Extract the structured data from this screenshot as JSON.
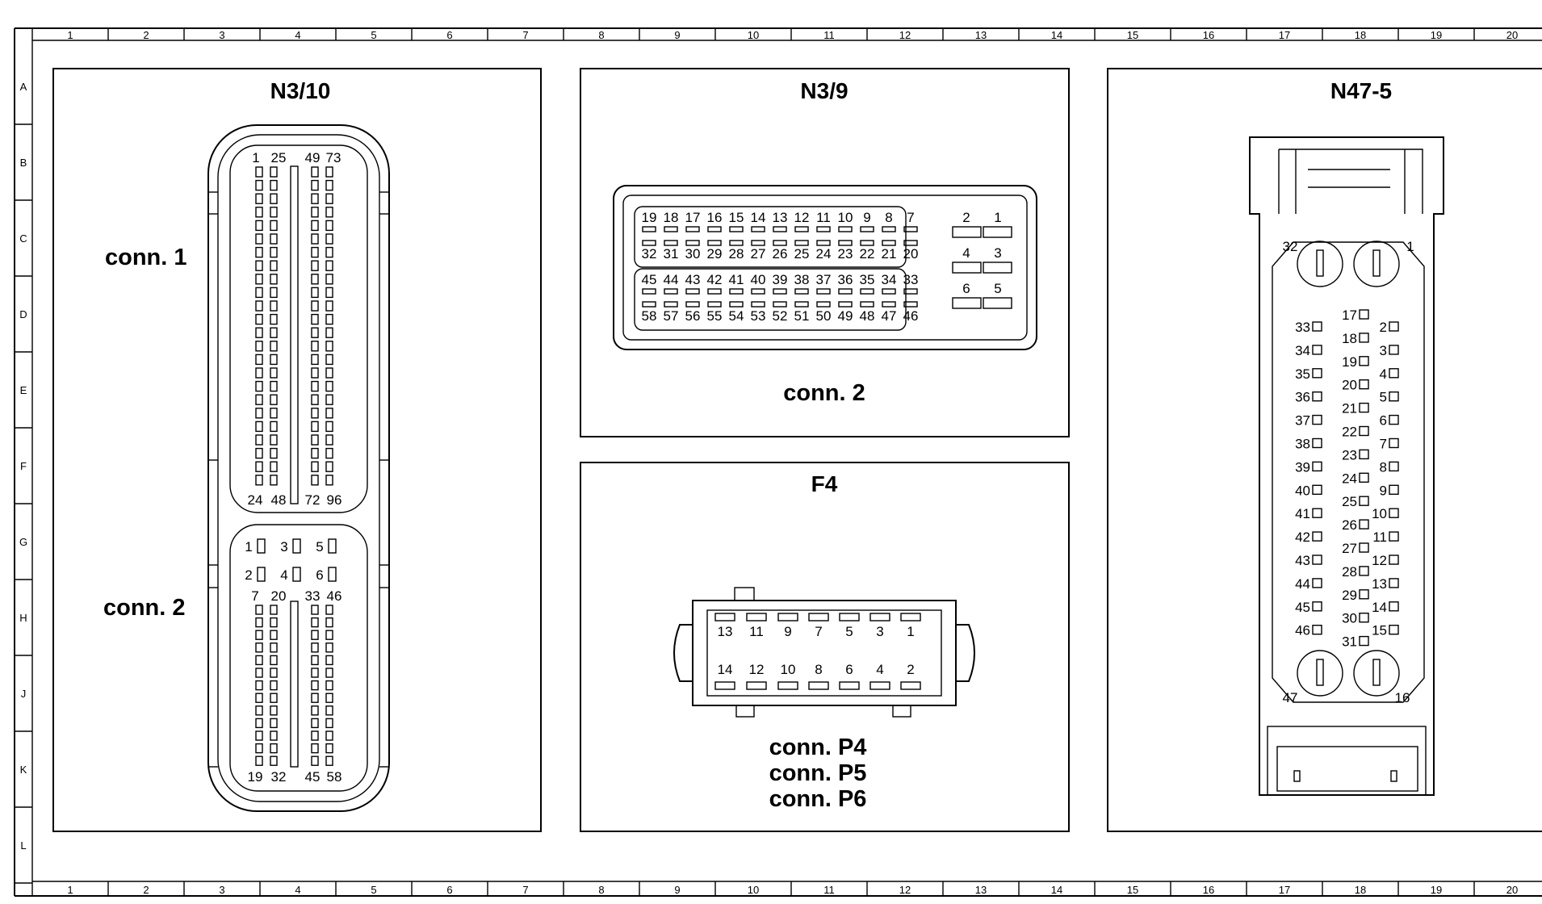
{
  "grid": {
    "columns": [
      "1",
      "2",
      "3",
      "4",
      "5",
      "6",
      "7",
      "8",
      "9",
      "10",
      "11",
      "12",
      "13",
      "14",
      "15",
      "16",
      "17",
      "18",
      "19",
      "20"
    ],
    "rows": [
      "A",
      "B",
      "C",
      "D",
      "E",
      "F",
      "G",
      "H",
      "J",
      "K",
      "L"
    ]
  },
  "n3_10": {
    "title": "N3/10",
    "conn1_label": "conn. 1",
    "conn2_label": "conn. 2",
    "conn1_top_numbers": [
      "1",
      "25",
      "49",
      "73"
    ],
    "conn1_bottom_numbers": [
      "24",
      "48",
      "72",
      "96"
    ],
    "conn2_small_pins": [
      "1",
      "3",
      "5",
      "2",
      "4",
      "6"
    ],
    "conn2_top_numbers": [
      "7",
      "20",
      "33",
      "46"
    ],
    "conn2_bottom_numbers": [
      "19",
      "32",
      "45",
      "58"
    ]
  },
  "n3_9": {
    "title": "N3/9",
    "conn_label": "conn. 2",
    "row1": [
      "19",
      "18",
      "17",
      "16",
      "15",
      "14",
      "13",
      "12",
      "11",
      "10",
      "9",
      "8",
      "7"
    ],
    "row2": [
      "32",
      "31",
      "30",
      "29",
      "28",
      "27",
      "26",
      "25",
      "24",
      "23",
      "22",
      "21",
      "20"
    ],
    "row3": [
      "45",
      "44",
      "43",
      "42",
      "41",
      "40",
      "39",
      "38",
      "37",
      "36",
      "35",
      "34",
      "33"
    ],
    "row4": [
      "58",
      "57",
      "56",
      "55",
      "54",
      "53",
      "52",
      "51",
      "50",
      "49",
      "48",
      "47",
      "46"
    ],
    "side_pins": [
      [
        "2",
        "1"
      ],
      [
        "4",
        "3"
      ],
      [
        "6",
        "5"
      ]
    ]
  },
  "f4": {
    "title": "F4",
    "top_row": [
      "13",
      "11",
      "9",
      "7",
      "5",
      "3",
      "1"
    ],
    "bottom_row": [
      "14",
      "12",
      "10",
      "8",
      "6",
      "4",
      "2"
    ],
    "labels": [
      "conn. P4",
      "conn. P5",
      "conn. P6"
    ]
  },
  "n47_5": {
    "title": "N47-5",
    "corner_top_left": "32",
    "corner_top_right": "1",
    "corner_bottom_left": "47",
    "corner_bottom_right": "16",
    "left_column": [
      "33",
      "34",
      "35",
      "36",
      "37",
      "38",
      "39",
      "40",
      "41",
      "42",
      "43",
      "44",
      "45",
      "46"
    ],
    "middle_column": [
      "17",
      "18",
      "19",
      "20",
      "21",
      "22",
      "23",
      "24",
      "25",
      "26",
      "27",
      "28",
      "29",
      "30",
      "31"
    ],
    "right_column": [
      "2",
      "3",
      "4",
      "5",
      "6",
      "7",
      "8",
      "9",
      "10",
      "11",
      "12",
      "13",
      "14",
      "15"
    ]
  }
}
